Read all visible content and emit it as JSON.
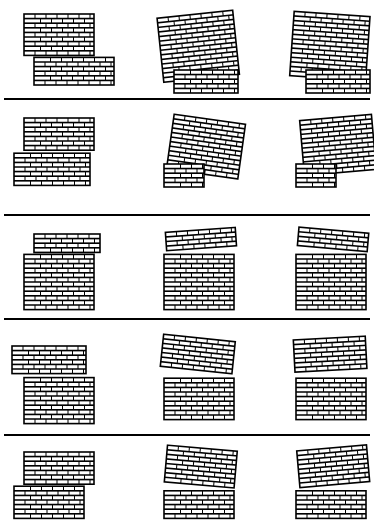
{
  "figure": {
    "rows": [
      {
        "panels": [
          {
            "wall_rotation_deg": 0,
            "failure": "diagonal-step-crack-lower"
          },
          {
            "wall_rotation_deg": -6,
            "failure": "rotated-block-on-base"
          },
          {
            "wall_rotation_deg": 4,
            "failure": "rotated-block-on-base"
          }
        ]
      },
      {
        "panels": [
          {
            "wall_rotation_deg": 0,
            "failure": "offset-left-lower-block"
          },
          {
            "wall_rotation_deg": 8,
            "failure": "rotated-upper-block-offset"
          },
          {
            "wall_rotation_deg": -5,
            "failure": "rotated-upper-block"
          }
        ]
      },
      {
        "panels": [
          {
            "wall_rotation_deg": 0,
            "failure": "top-left-step-crack"
          },
          {
            "wall_rotation_deg": -4,
            "failure": "top-rotated-strip"
          },
          {
            "wall_rotation_deg": 5,
            "failure": "top-rotated-strip"
          }
        ]
      },
      {
        "panels": [
          {
            "wall_rotation_deg": 0,
            "failure": "upper-offset-left"
          },
          {
            "wall_rotation_deg": 6,
            "failure": "upper-rotated-strip"
          },
          {
            "wall_rotation_deg": -3,
            "failure": "upper-rotated-strip"
          }
        ]
      },
      {
        "panels": [
          {
            "wall_rotation_deg": 0,
            "failure": "lower-offset-left"
          },
          {
            "wall_rotation_deg": 5,
            "failure": "upper-rotated-block"
          },
          {
            "wall_rotation_deg": -5,
            "failure": "upper-rotated-block"
          }
        ]
      }
    ]
  }
}
